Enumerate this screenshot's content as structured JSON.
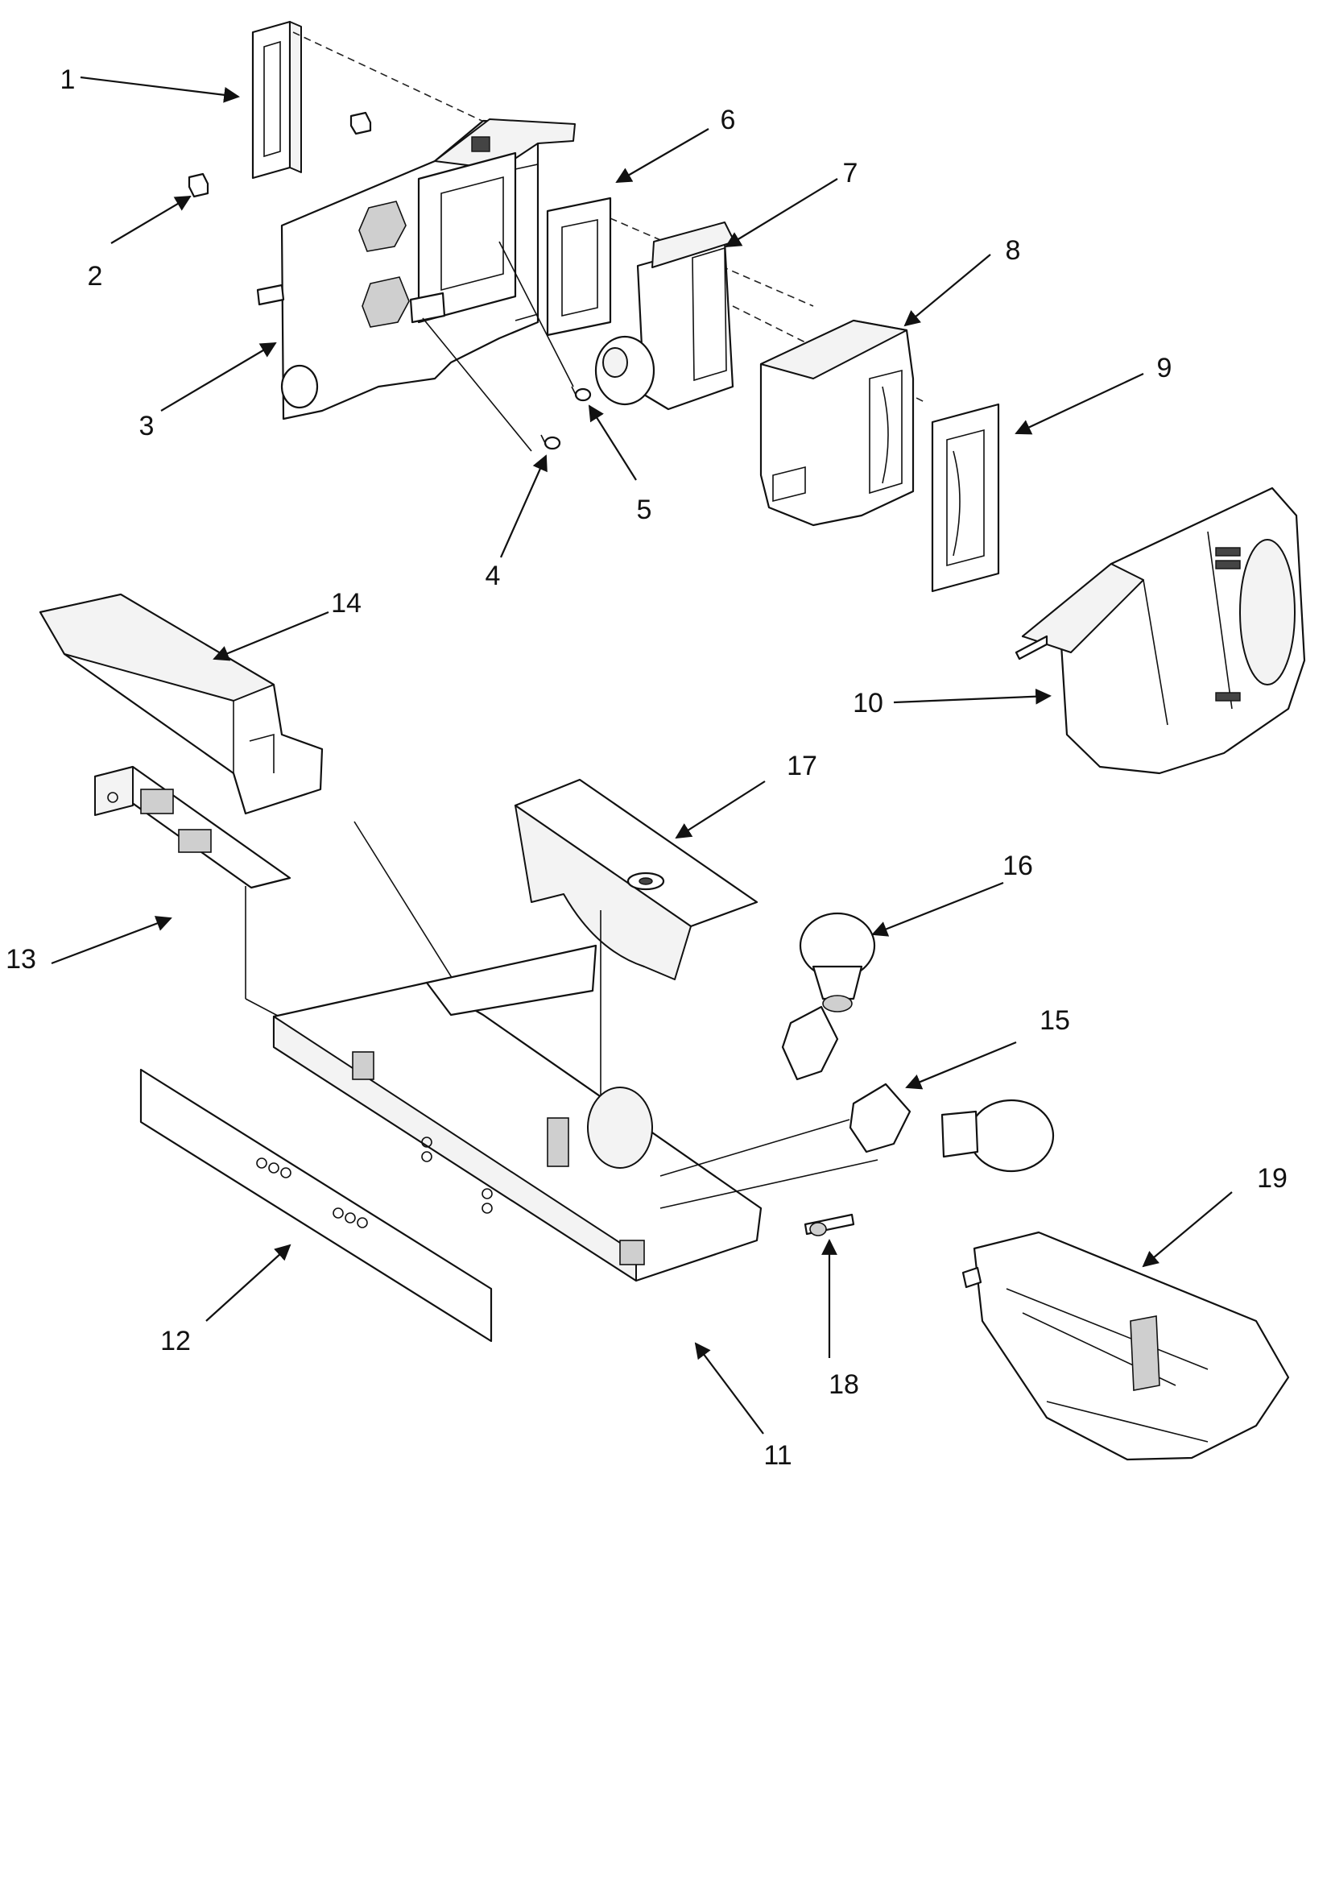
{
  "diagram": {
    "callouts": [
      "1",
      "2",
      "3",
      "4",
      "5",
      "6",
      "7",
      "8",
      "9",
      "10",
      "11",
      "12",
      "13",
      "14",
      "15",
      "16",
      "17",
      "18",
      "19"
    ]
  }
}
